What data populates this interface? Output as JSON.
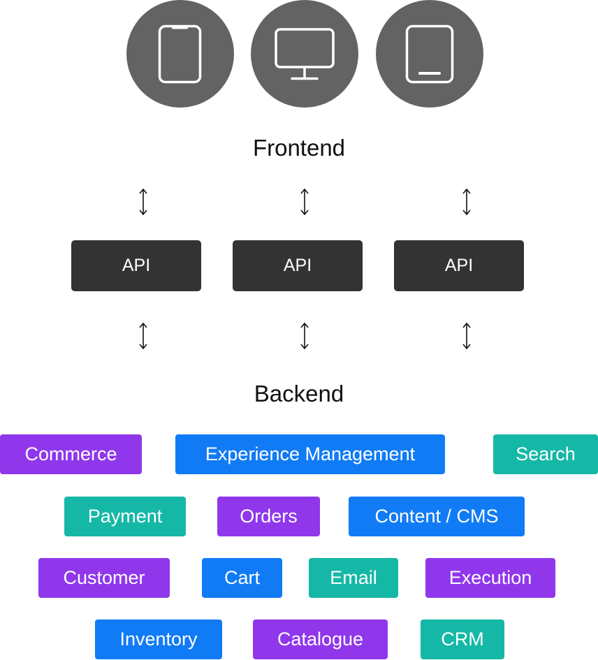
{
  "colors": {
    "device_circle": "#636363",
    "api_box": "#333333",
    "purple": "#9037ec",
    "blue": "#117bf5",
    "teal": "#15b8a6"
  },
  "devices": [
    {
      "icon": "smartphone-icon"
    },
    {
      "icon": "desktop-monitor-icon"
    },
    {
      "icon": "tablet-icon"
    }
  ],
  "frontend_label": "Frontend",
  "backend_label": "Backend",
  "apis": [
    {
      "label": "API"
    },
    {
      "label": "API"
    },
    {
      "label": "API"
    }
  ],
  "arrow_icon": "bidirectional-vertical-arrow-icon",
  "services": [
    {
      "label": "Commerce",
      "color": "purple"
    },
    {
      "label": "Experience Management",
      "color": "blue"
    },
    {
      "label": "Search",
      "color": "teal"
    },
    {
      "label": "Payment",
      "color": "teal"
    },
    {
      "label": "Orders",
      "color": "purple"
    },
    {
      "label": "Content / CMS",
      "color": "blue"
    },
    {
      "label": "Customer",
      "color": "purple"
    },
    {
      "label": "Cart",
      "color": "blue"
    },
    {
      "label": "Email",
      "color": "teal"
    },
    {
      "label": "Execution",
      "color": "purple"
    },
    {
      "label": "Inventory",
      "color": "blue"
    },
    {
      "label": "Catalogue",
      "color": "purple"
    },
    {
      "label": "CRM",
      "color": "teal"
    }
  ]
}
